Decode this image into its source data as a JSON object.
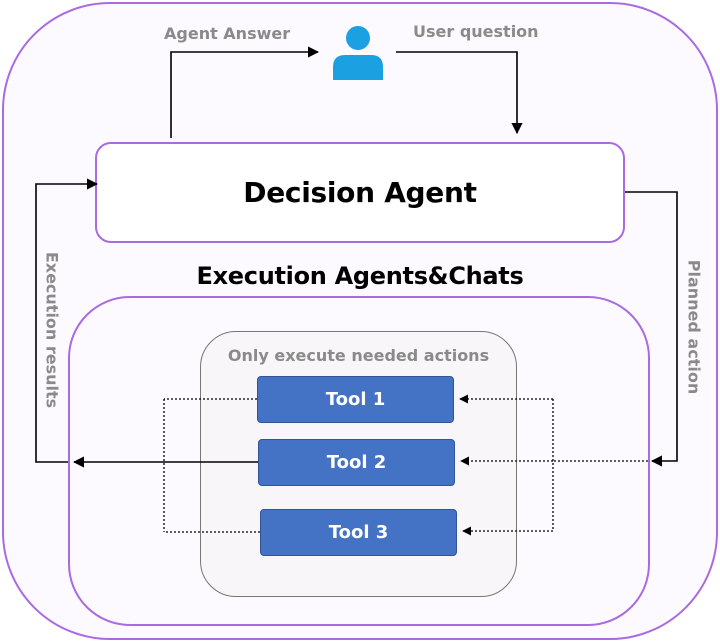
{
  "decision_agent": {
    "label": "Decision Agent"
  },
  "execution": {
    "title": "Execution Agents&Chats",
    "caption": "Only execute needed actions",
    "tools": [
      "Tool 1",
      "Tool 2",
      "Tool 3"
    ]
  },
  "edges": {
    "agent_answer": "Agent Answer",
    "user_question": "User question",
    "execution_results": "Execution results",
    "planned_action": "Planned action"
  },
  "icons": {
    "user": "user-icon"
  },
  "colors": {
    "border": "#a86ce0",
    "tool_fill": "#4472c4",
    "user_icon": "#1ba1e2",
    "label_gray": "#8a8a8a"
  }
}
